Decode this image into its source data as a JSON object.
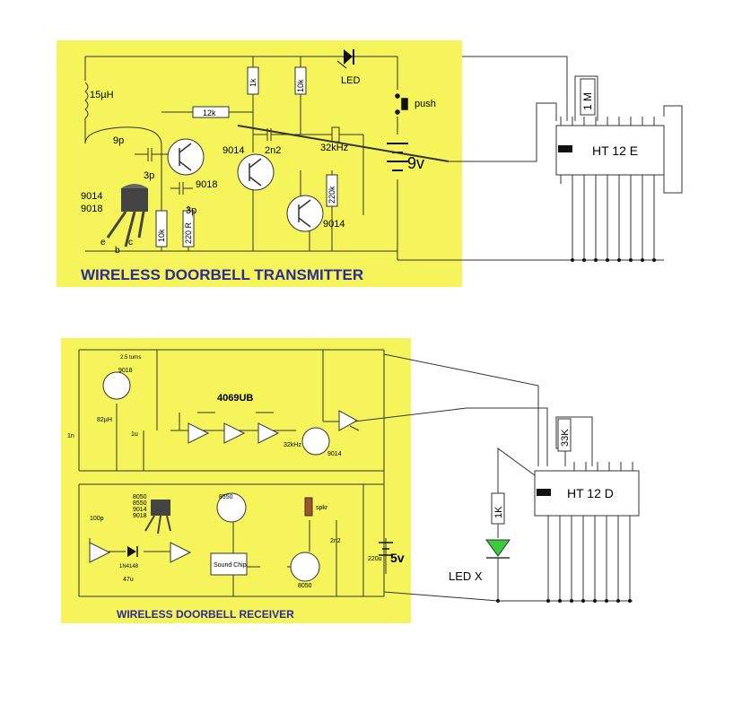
{
  "transmitter": {
    "title": "WIRELESS DOORBELL TRANSMITTER",
    "panel_color": "#f5f45a",
    "labels": {
      "inductor": "15µH",
      "c_9p": "9p",
      "c_3p_a": "3p",
      "c_3p_b": "3p",
      "r_12k": "12k",
      "r_1k": "1k",
      "r_10k_a": "10k",
      "r_10k_b": "10k",
      "r_220k": "220k",
      "r_220r": "220 R",
      "c_2n2": "2n2",
      "crystal": "32kHz",
      "q1": "9018",
      "q2": "9014",
      "q3": "9014",
      "led": "LED",
      "push": "push",
      "battery": "9v",
      "pkg_line1": "9014",
      "pkg_line2": "9018",
      "pin_e": "e",
      "pin_b": "b",
      "pin_c": "c"
    }
  },
  "receiver": {
    "title": "WIRELESS DOORBELL RECEIVER",
    "panel_color": "#f5f45a",
    "labels": {
      "ic": "4069UB",
      "q1": "9018",
      "q2": "9014",
      "q3": "8550",
      "q4": "8050",
      "pkg_lines": [
        "8050",
        "8550",
        "9014",
        "9018"
      ],
      "c_100p": "100p",
      "diode": "1N4148",
      "c_47u": "47u",
      "c_2n2": "2n2",
      "c_220u": "220u",
      "c_1n": "1n",
      "c_1u": "1u",
      "crystal": "32kHz",
      "inductor": "82µH",
      "inductor2": "2.5 turns",
      "sound_chip": "Sound Chip",
      "speaker": "spkr",
      "battery": "5v"
    }
  },
  "encoder": {
    "ic_label": "HT 12 E",
    "resistor": "1 M"
  },
  "decoder": {
    "ic_label": "HT 12 D",
    "resistor_top": "33K",
    "resistor_led": "1K",
    "led_label": "LED X",
    "led_color": "#3ccb3c"
  }
}
